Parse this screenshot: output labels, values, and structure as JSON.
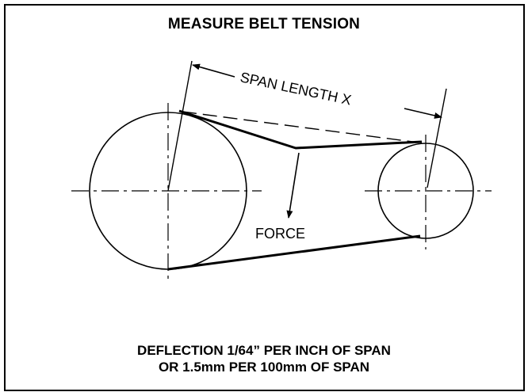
{
  "title": "MEASURE BELT TENSION",
  "labels": {
    "span": "SPAN LENGTH X",
    "force": "FORCE"
  },
  "footer": {
    "line1": "DEFLECTION 1/64” PER INCH OF SPAN",
    "line2": "OR 1.5mm PER 100mm OF SPAN"
  }
}
